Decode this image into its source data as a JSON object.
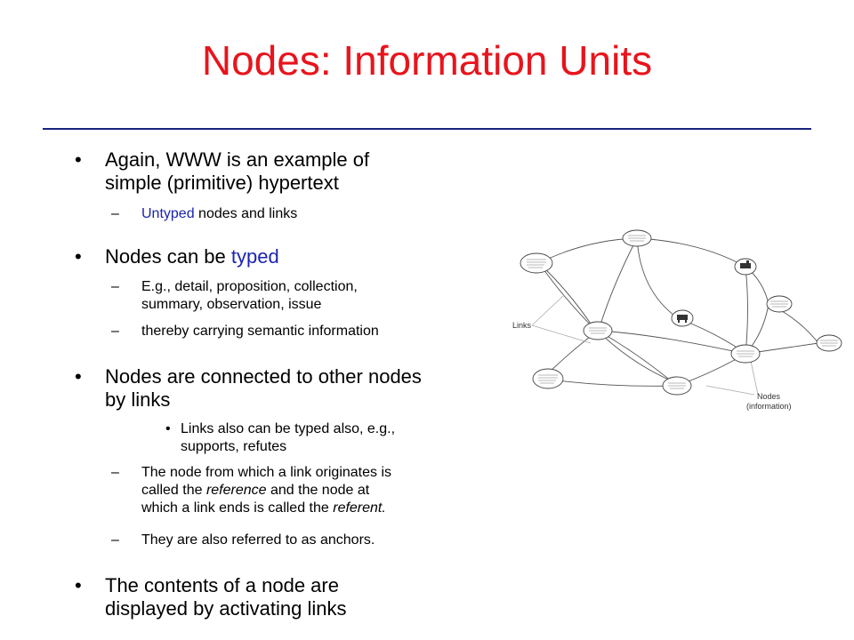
{
  "slide": {
    "title": "Nodes: Information Units"
  },
  "bullets": {
    "b1": {
      "marker": "•",
      "line1": "Again, WWW is an example of",
      "line2": "simple (primitive) hypertext"
    },
    "b1a": {
      "marker": "–",
      "typed_word": "Untyped",
      "rest": " nodes and links"
    },
    "b2": {
      "marker": "•",
      "text": "Nodes can be ",
      "typed_word": "typed"
    },
    "b2a": {
      "marker": "–",
      "line1": "E.g., detail, proposition, collection,",
      "line2": "summary, observation, issue"
    },
    "b2b": {
      "marker": "–",
      "text": "thereby carrying semantic information"
    },
    "b3": {
      "marker": "•",
      "line1": "Nodes are connected to other nodes",
      "line2": "by links"
    },
    "b3a": {
      "marker": "•",
      "line1": "Links also can be typed also, e.g.,",
      "line2": "supports, refutes"
    },
    "b3b": {
      "marker": "–",
      "line1": "The node from which a link originates is",
      "line2_pre": "called the ",
      "line2_em": "reference",
      "line2_post": " and the node at",
      "line3_pre": "which a link ends is called the ",
      "line3_em": "referent."
    },
    "b3c": {
      "marker": "–",
      "text": "They are also referred to as anchors."
    },
    "b4": {
      "marker": "•",
      "line1": "The contents of a node are",
      "line2": "displayed by activating links"
    }
  },
  "diagram": {
    "links_label": "Links",
    "nodes_label_line1": "Nodes",
    "nodes_label_line2": "(information)"
  }
}
